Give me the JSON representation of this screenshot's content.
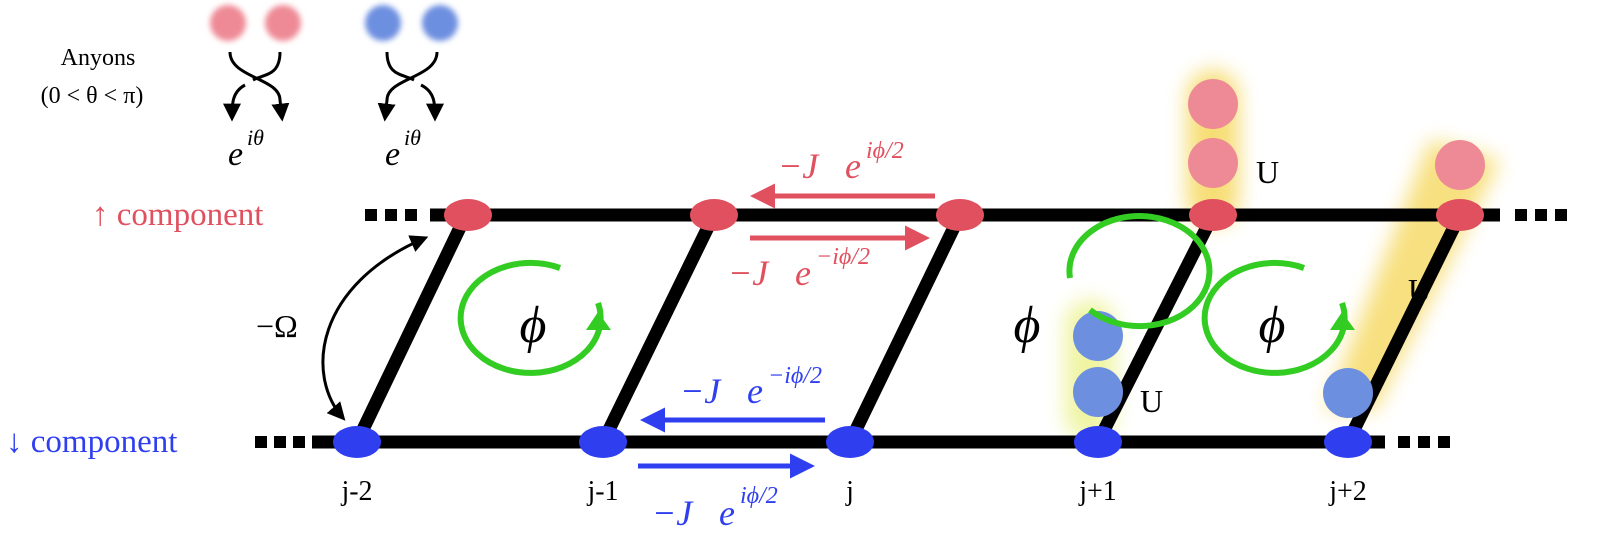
{
  "legend": {
    "title": "Anyons",
    "condition": "(0 < θ < π)",
    "exchange_phase_base": "e",
    "exchange_phase_exp": "iθ"
  },
  "rows": {
    "up_label": "↑ component",
    "down_label": "↓ component"
  },
  "sites": [
    "j-2",
    "j-1",
    "j",
    "j+1",
    "j+2"
  ],
  "couplings": {
    "rabi": "−Ω",
    "up_left": {
      "prefix": "−J",
      "base": "e",
      "exp": "iϕ/2"
    },
    "up_right": {
      "prefix": "−J",
      "base": "e",
      "exp": "−iϕ/2"
    },
    "down_left": {
      "prefix": "−J",
      "base": "e",
      "exp": "−iϕ/2"
    },
    "down_right": {
      "prefix": "−J",
      "base": "e",
      "exp": "iϕ/2"
    }
  },
  "flux_symbol": "ϕ",
  "interaction_label": "U",
  "ellipsis": "▪ ▪ ▪",
  "colors": {
    "up": "#e0505f",
    "up_particle": "#ee8a95",
    "down": "#2f3ff0",
    "down_particle": "#6d8fe0",
    "flux": "#33cc22",
    "glow": "#f4d34a",
    "lattice": "#000000"
  }
}
